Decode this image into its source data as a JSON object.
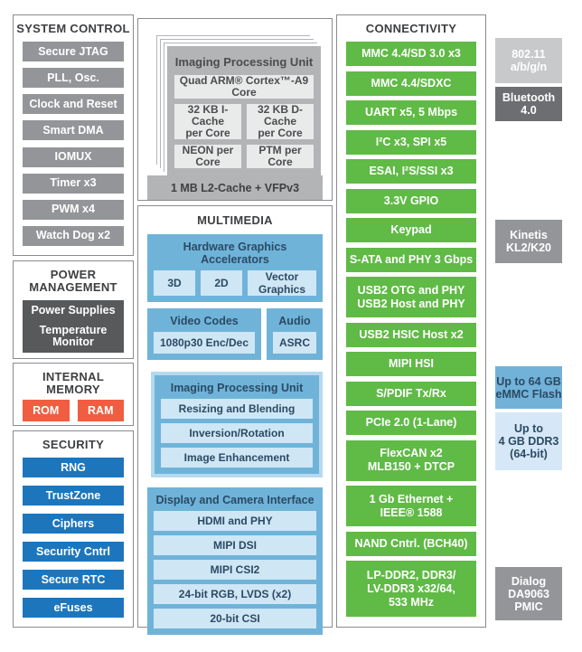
{
  "left": {
    "system_control": {
      "title": "SYSTEM CONTROL",
      "items": [
        "Secure JTAG",
        "PLL, Osc.",
        "Clock and Reset",
        "Smart DMA",
        "IOMUX",
        "Timer x3",
        "PWM x4",
        "Watch Dog x2"
      ]
    },
    "power": {
      "title": "POWER\nMANAGEMENT",
      "items": [
        "Power Supplies",
        "Temperature\nMonitor"
      ]
    },
    "memory": {
      "title": "INTERNAL\nMEMORY",
      "items": [
        "ROM",
        "RAM"
      ]
    },
    "security": {
      "title": "SECURITY",
      "items": [
        "RNG",
        "TrustZone",
        "Ciphers",
        "Security Cntrl",
        "Secure RTC",
        "eFuses"
      ]
    }
  },
  "cpu": {
    "title": "Imaging Processing Unit",
    "core": "Quad ARM® Cortex™-A9 Core",
    "caches": [
      "32 KB I-Cache\nper Core",
      "32 KB D-Cache\nper Core"
    ],
    "per_core": [
      "NEON per Core",
      "PTM per Core"
    ],
    "l2": "1 MB L2-Cache + VFPv3"
  },
  "multimedia": {
    "title": "MULTIMEDIA",
    "accelerators": {
      "title": "Hardware Graphics Accelerators",
      "items": [
        "3D",
        "2D",
        "Vector Graphics"
      ]
    },
    "video": {
      "title": "Video Codes",
      "item": "1080p30 Enc/Dec"
    },
    "audio": {
      "title": "Audio",
      "item": "ASRC"
    },
    "ipu": {
      "title": "Imaging Processing Unit",
      "items": [
        "Resizing and Blending",
        "Inversion/Rotation",
        "Image Enhancement"
      ]
    },
    "display": {
      "title": "Display and Camera Interface",
      "items": [
        "HDMI and PHY",
        "MIPI DSI",
        "MIPI CSI2",
        "24-bit RGB, LVDS (x2)",
        "20-bit CSI"
      ]
    }
  },
  "connectivity": {
    "title": "CONNECTIVITY",
    "items": [
      "MMC 4.4/SD 3.0 x3",
      "MMC 4.4/SDXC",
      "UART x5, 5 Mbps",
      "I²C x3, SPI x5",
      "ESAI, I²S/SSI x3",
      "3.3V GPIO",
      "Keypad",
      "S-ATA and PHY 3 Gbps",
      "USB2 OTG and PHY\nUSB2 Host and PHY",
      "USB2 HSIC Host x2",
      "MIPI HSI",
      "S/PDIF Tx/Rx",
      "PCIe 2.0 (1-Lane)",
      "FlexCAN x2\nMLB150 + DTCP",
      "1 Gb Ethernet +\nIEEE® 1588",
      "NAND Cntrl. (BCH40)",
      "LP-DDR2, DDR3/\nLV-DDR3 x32/64,\n533 MHz"
    ]
  },
  "peripherals": {
    "wifi": "802.11\na/b/g/n",
    "bluetooth": "Bluetooth\n4.0",
    "kinetis": "Kinetis\nKL2/K20",
    "emmc": "Up to 64 GB\neMMC Flash",
    "ddr3": "Up to\n4 GB DDR3\n(64-bit)",
    "pmic": "Dialog\nDA9063\nPMIC"
  },
  "colors": {
    "green": "#60ba46",
    "security_blue": "#1d76bc",
    "orange": "#f15d40",
    "multimedia_blue": "#6fb3d9",
    "multimedia_light_blue": "#cfe6f5",
    "gray": "#939598",
    "dark_gray": "#58595b",
    "card_gray": "#b2b4b6",
    "navy_text": "#2b4a63"
  }
}
